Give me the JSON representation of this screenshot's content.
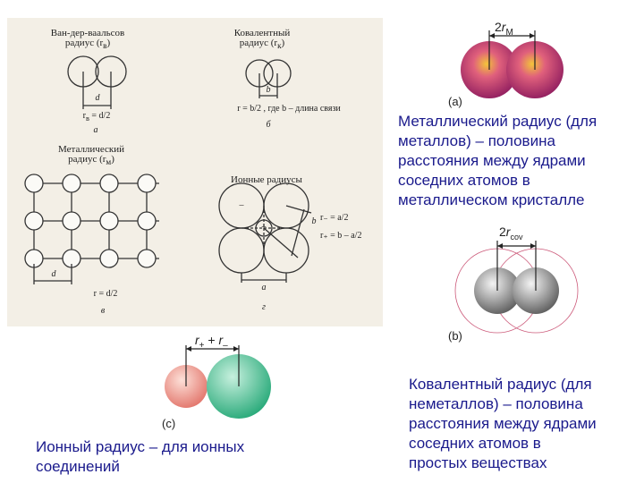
{
  "textbook": {
    "vdw_title_line1": "Ван-дер-ваальсов",
    "vdw_title_line2": "радиус (r",
    "vdw_sub": "в",
    "vdw_formula_lhs": "r",
    "vdw_formula": "= d/2",
    "vdw_d": "d",
    "vdw_letter": "а",
    "cov_title_line1": "Ковалентный",
    "cov_title_line2": "радиус (r",
    "cov_sub": "к",
    "cov_b": "b",
    "cov_formula": "r = b/2 ,  где  b – длина связи",
    "cov_letter": "б",
    "met_title_line1": "Металлический",
    "met_title_line2": "радиус (r",
    "met_sub": "м",
    "met_d": "d",
    "met_formula": "r = d/2",
    "met_letter": "в",
    "ion_title": "Ионные радиусы",
    "ion_a": "a",
    "ion_b": "b",
    "ion_formula1": "r₋ = a/2",
    "ion_formula2": "r₊ = b – a/2",
    "ion_letter": "г",
    "ion_minus": "–",
    "ion_plus": "+"
  },
  "metallic": {
    "dimension_prefix": "2",
    "dimension_r": "r",
    "dimension_sub": "M",
    "label": "(a)",
    "caption": "Металлический радиус (для\nметаллов) – половина\nрасстояния между ядрами\nсоседних атомов в\nметаллическом кристалле"
  },
  "covalent": {
    "dimension_prefix": "2",
    "dimension_r": "r",
    "dimension_sub": "cov",
    "label": "(b)",
    "caption": "Ковалентный радиус (для\nнеметаллов) – половина\nрасстояния между ядрами\nсоседних атомов в\nпростых веществах"
  },
  "ionic": {
    "dimension_r1": "r",
    "dimension_sub1": "+",
    "dimension_plus": "+",
    "dimension_r2": "r",
    "dimension_sub2": "–",
    "label": "(c)",
    "caption": "Ионный радиус – для ионных\nсоединений"
  },
  "colors": {
    "caption_metal": "#1a1a8c",
    "caption_cov": "#1a1a8c",
    "caption_ion": "#1a1a8c",
    "metal_sphere": "#b5277a",
    "cov_sphere": "#8a8a8a",
    "cation": "#e6867c",
    "anion": "#36b98a"
  }
}
